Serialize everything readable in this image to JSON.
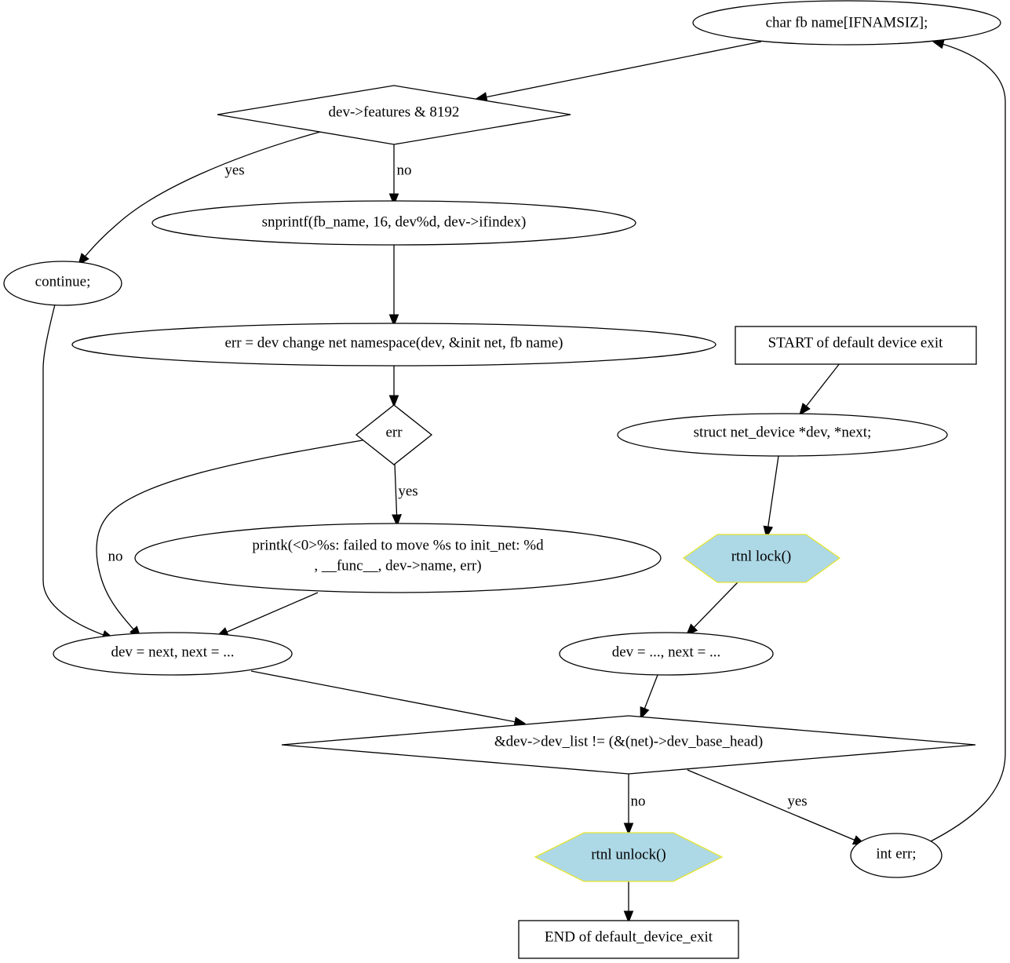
{
  "diagram": {
    "colors": {
      "highlight_fill": "#add8e6",
      "highlight_stroke": "#e5e52e",
      "line": "#000000",
      "background": "#ffffff"
    },
    "nodes": {
      "char_fb_name": "char fb  name[IFNAMSIZ];",
      "dev_features": "dev->features & 8192",
      "snprintf": "snprintf(fb_name, 16, dev%d, dev->ifindex)",
      "continue": "continue;",
      "err_assign": "err = dev  change  net  namespace(dev, &init  net, fb  name)",
      "start": "START of default  device  exit",
      "err_check": "err",
      "struct_decl": "struct net_device *dev, *next;",
      "printk_line1": "printk(<0>%s: failed to move %s to init_net: %d",
      "printk_line2": ", __func__, dev->name, err)",
      "rtnl_lock": "rtnl  lock()",
      "dev_next_next": "dev = next, next = ...",
      "dev_init": "dev = ..., next = ...",
      "list_check": "&dev->dev_list != (&(net)->dev_base_head)",
      "rtnl_unlock": "rtnl  unlock()",
      "int_err": "int err;",
      "end": "END of default_device_exit"
    },
    "edge_labels": {
      "features_yes": "yes",
      "features_no": "no",
      "err_yes": "yes",
      "err_no": "no",
      "list_no": "no",
      "list_yes": "yes"
    }
  }
}
